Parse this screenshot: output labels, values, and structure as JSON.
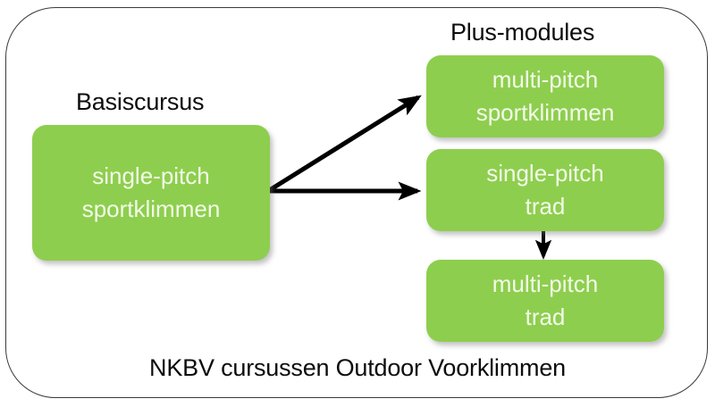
{
  "diagram": {
    "title": "NKBV cursussen Outdoor Voorklimmen",
    "background_color": "#FFFFFF",
    "frame_border_color": "#3A3A3A",
    "node_fill_color": "#8ECE4E",
    "node_text_color": "#F2FBE9",
    "label_text_color": "#0D0D0D",
    "arrow_color": "#000000",
    "group_labels": {
      "left": "Basiscursus",
      "right": "Plus-modules"
    },
    "nodes": [
      {
        "id": "basiscursus",
        "line1": "single-pitch",
        "line2": "sportklimmen"
      },
      {
        "id": "multi-pitch-sportklimmen",
        "line1": "multi-pitch",
        "line2": "sportklimmen"
      },
      {
        "id": "single-pitch-trad",
        "line1": "single-pitch",
        "line2": "trad"
      },
      {
        "id": "multi-pitch-trad",
        "line1": "multi-pitch",
        "line2": "trad"
      }
    ],
    "edges": [
      {
        "id": "basis-to-multi-pitch-sportklimmen",
        "from": "basiscursus",
        "to": "multi-pitch-sportklimmen"
      },
      {
        "id": "basis-to-single-pitch-trad",
        "from": "basiscursus",
        "to": "single-pitch-trad"
      },
      {
        "id": "single-pitch-trad-to-multi-pitch-trad",
        "from": "single-pitch-trad",
        "to": "multi-pitch-trad"
      }
    ]
  }
}
